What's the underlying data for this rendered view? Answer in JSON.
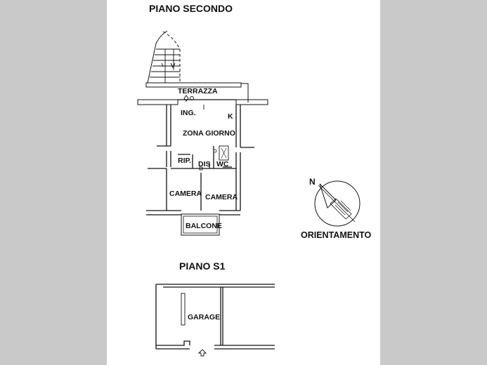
{
  "floors": {
    "second": {
      "title": "PIANO SECONDO",
      "rooms": {
        "terrazza": "TERRAZZA",
        "ingresso": "ING.",
        "cucina": "K",
        "zona_giorno": "ZONA GIORNO",
        "ripostiglio": "RIP.",
        "disimpegno": "DIS",
        "wc": "WC",
        "camera_1": "CAMERA",
        "camera_2": "CAMERA",
        "balcone": "BALCONE"
      }
    },
    "basement": {
      "title": "PIANO S1",
      "rooms": {
        "garage": "GARAGE"
      }
    }
  },
  "orientation": {
    "north_label": "N",
    "caption": "ORIENTAMENTO"
  },
  "colors": {
    "page": "#ffffff",
    "margin": "#c9c9c9",
    "ink": "#111111"
  }
}
